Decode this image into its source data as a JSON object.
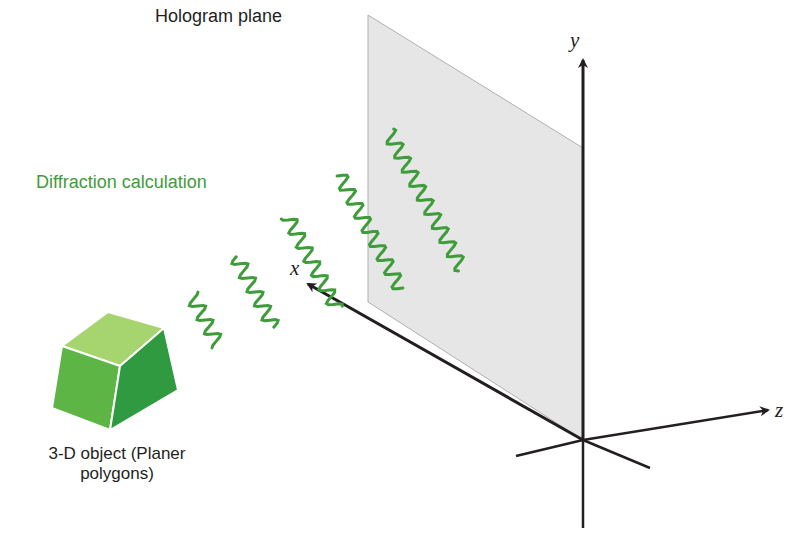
{
  "diagram": {
    "labels": [
      "Hologram plane",
      "Diffraction calculation",
      "y",
      "x",
      "z",
      "3-D object (Planer polygons)"
    ]
  }
}
